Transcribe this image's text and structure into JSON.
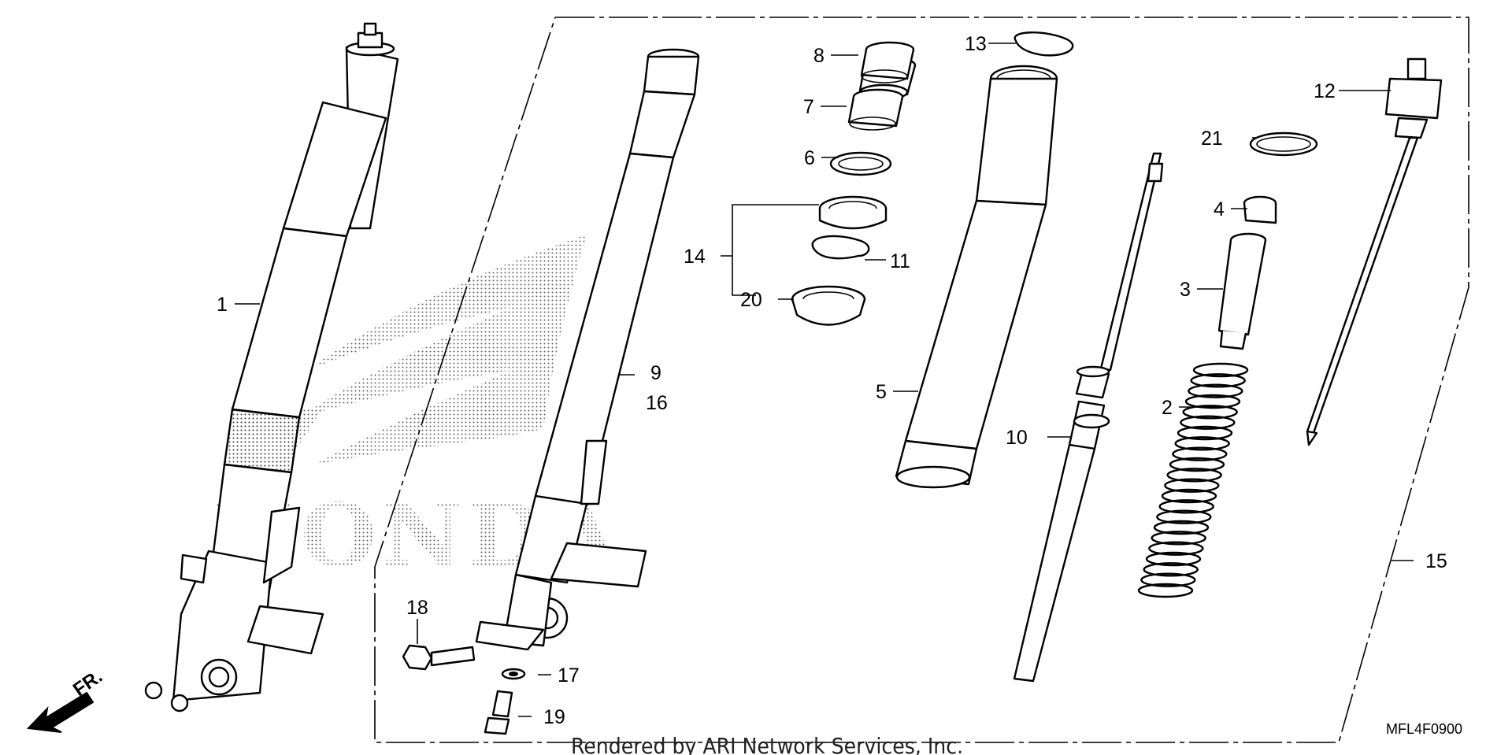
{
  "diagram": {
    "callouts": [
      {
        "id": "callout-1",
        "text": "1"
      },
      {
        "id": "callout-2",
        "text": "2"
      },
      {
        "id": "callout-3",
        "text": "3"
      },
      {
        "id": "callout-4",
        "text": "4"
      },
      {
        "id": "callout-5",
        "text": "5"
      },
      {
        "id": "callout-6",
        "text": "6"
      },
      {
        "id": "callout-7",
        "text": "7"
      },
      {
        "id": "callout-8",
        "text": "8"
      },
      {
        "id": "callout-9",
        "text": "9"
      },
      {
        "id": "callout-10",
        "text": "10"
      },
      {
        "id": "callout-11",
        "text": "11"
      },
      {
        "id": "callout-12",
        "text": "12"
      },
      {
        "id": "callout-13",
        "text": "13"
      },
      {
        "id": "callout-14",
        "text": "14"
      },
      {
        "id": "callout-15",
        "text": "15"
      },
      {
        "id": "callout-16",
        "text": "16"
      },
      {
        "id": "callout-17",
        "text": "17"
      },
      {
        "id": "callout-18",
        "text": "18"
      },
      {
        "id": "callout-19",
        "text": "19"
      },
      {
        "id": "callout-20",
        "text": "20"
      },
      {
        "id": "callout-21",
        "text": "21"
      }
    ],
    "front_arrow_label": "FR.",
    "watermark_text": "HONDA",
    "diagram_code": "MFL4F0900",
    "footer": "Rendered by ARI Network Services, Inc."
  }
}
